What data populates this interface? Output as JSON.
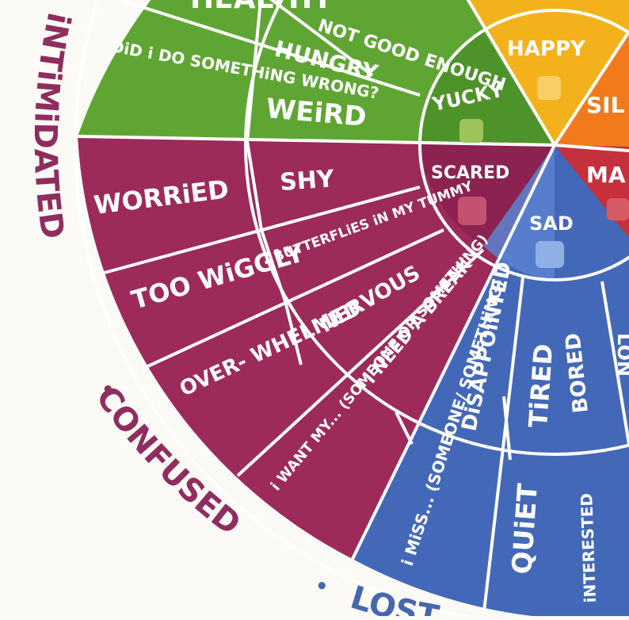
{
  "colors": {
    "background": "#fbfaf6",
    "green": "#5fa534",
    "green_dark": "#4c9129",
    "yellow": "#f3b21b",
    "orange": "#f17b1c",
    "red": "#c62f3c",
    "magenta": "#9c2a5b",
    "magenta_dark": "#8a2150",
    "blue": "#4368b8",
    "blue_light": "#5a82cf",
    "divider": "#ffffff",
    "outer_text_magenta": "#8e2d5e",
    "outer_text_blue": "#4666ad"
  },
  "outer_ring": {
    "intimidated": "iNTiMiDATED",
    "confused": "CONFUSED",
    "lost": "LOST",
    "separator": "•"
  },
  "core": {
    "happy": "HAPPY",
    "silly": "SIL",
    "mad": "MA",
    "yucky": "YUCKY",
    "scared": "SCARED",
    "sad": "SAD"
  },
  "green_section": {
    "top_cut": "HEALTHY",
    "not_good_enough": "NOT GOOD ENOUGH",
    "hungry": "HUNGRY",
    "weird": "WEiRD",
    "did_i_do_something_wrong": "DiD i DO SOMETHiNG WRONG?"
  },
  "scared_section": {
    "worried": "WORRiED",
    "shy": "SHY",
    "butterflies": "BUTTERFLiES iN MY TUMMY",
    "too_wiggly": "TOO WiGGLY",
    "nervous": "NERVOUS",
    "overwhelmed": "OVER- WHELMED",
    "i_need_a_break": "i NEED A BREAK",
    "i_want_my": "i WANT MY... (SOMEONE OR SOMETHiNG)"
  },
  "sad_section": {
    "disappointed": "DiSAPPOiNTED",
    "tired": "TiRED",
    "bored": "BORED",
    "lonely_cut": "LON",
    "i_miss": "i MiSS... (SOMEONE/ SOMETHiNG)",
    "quiet": "QUiET",
    "interested_cut": "iNTERESTED"
  }
}
